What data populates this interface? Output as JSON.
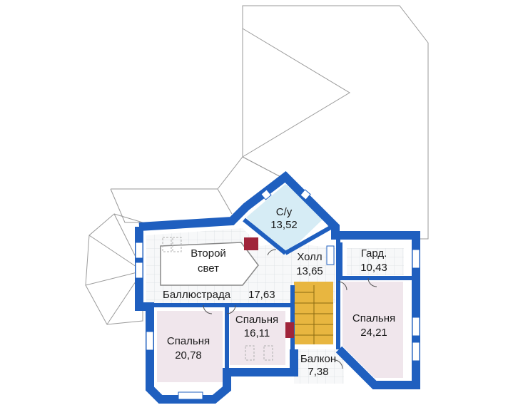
{
  "rooms": {
    "bathroom": {
      "name": "С/у",
      "area": "13,52"
    },
    "second_light": {
      "name_line1": "Второй",
      "name_line2": "свет"
    },
    "hall": {
      "name": "Холл",
      "area": "13,65"
    },
    "wardrobe": {
      "name": "Гард.",
      "area": "10,43"
    },
    "balustrade": {
      "name": "Баллюстрада",
      "area": "17,63"
    },
    "bedroom_center": {
      "name": "Спальня",
      "area": "16,11"
    },
    "bedroom_right": {
      "name": "Спальня",
      "area": "24,21"
    },
    "bedroom_left": {
      "name": "Спальня",
      "area": "20,78"
    },
    "balcony": {
      "name": "Балкон",
      "area": "7,38"
    }
  },
  "colors": {
    "wall": "#1f5fbf",
    "bathroom_floor": "#d6ecf5",
    "bedroom_floor": "#f0e6ec",
    "stair": "#e8b640",
    "tile": "#e4e8ec"
  }
}
